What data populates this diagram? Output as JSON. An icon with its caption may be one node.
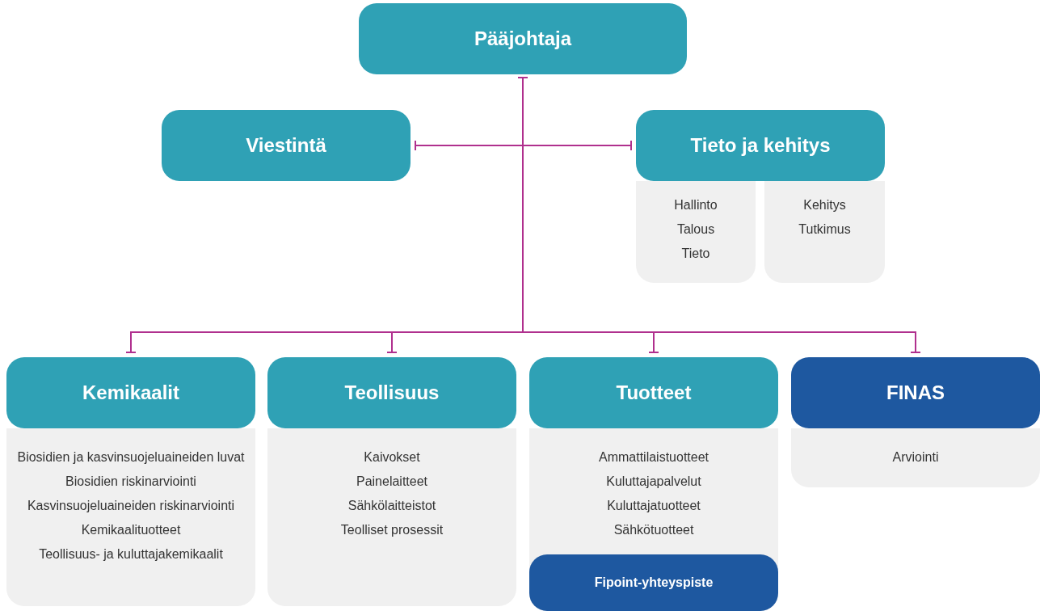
{
  "diagram": {
    "nodes": [
      {
        "text": [
          "Pääjohtaja"
        ]
      },
      {
        "text": [
          "Viestintä"
        ]
      },
      {
        "text": [
          "Tieto ja kehitys"
        ]
      },
      {
        "text": [
          "Hallinto",
          "Talous",
          "Tieto"
        ]
      },
      {
        "text": [
          "Kehitys",
          "Tutkimus"
        ]
      },
      {
        "text": [
          "Kemikaalit"
        ]
      },
      {
        "text": [
          "Biosidien ja kasvinsuojeluaineiden luvat",
          "Biosidien riskinarviointi",
          "Kasvinsuojeluaineiden riskinarviointi",
          "Kemikaalituotteet",
          "Teollisuus- ja kuluttajakemikaalit"
        ]
      },
      {
        "text": [
          "Teollisuus"
        ]
      },
      {
        "text": [
          "Kaivokset",
          "Painelaitteet",
          "Sähkölaitteistot",
          "Teolliset prosessit"
        ]
      },
      {
        "text": [
          "Tuotteet"
        ]
      },
      {
        "text": [
          "Ammattilaistuotteet",
          "Kuluttajapalvelut",
          "Kuluttajatuotteet",
          "Sähkötuotteet"
        ]
      },
      {
        "text": [
          "Fipoint-yhteyspiste"
        ],
        "in": 10
      },
      {
        "text": [
          "FINAS"
        ]
      },
      {
        "text": [
          "Arviointi"
        ]
      }
    ],
    "edges": [
      {
        "from": 0,
        "to": 1,
        "arrow": "other"
      },
      {
        "from": 0,
        "to": 2,
        "arrow": "other"
      },
      {
        "from": 0,
        "to": 5,
        "arrow": "other"
      },
      {
        "from": 0,
        "to": 7,
        "arrow": "other"
      },
      {
        "from": 0,
        "to": 9,
        "arrow": "other"
      },
      {
        "from": 0,
        "to": 12,
        "arrow": "other"
      }
    ]
  }
}
